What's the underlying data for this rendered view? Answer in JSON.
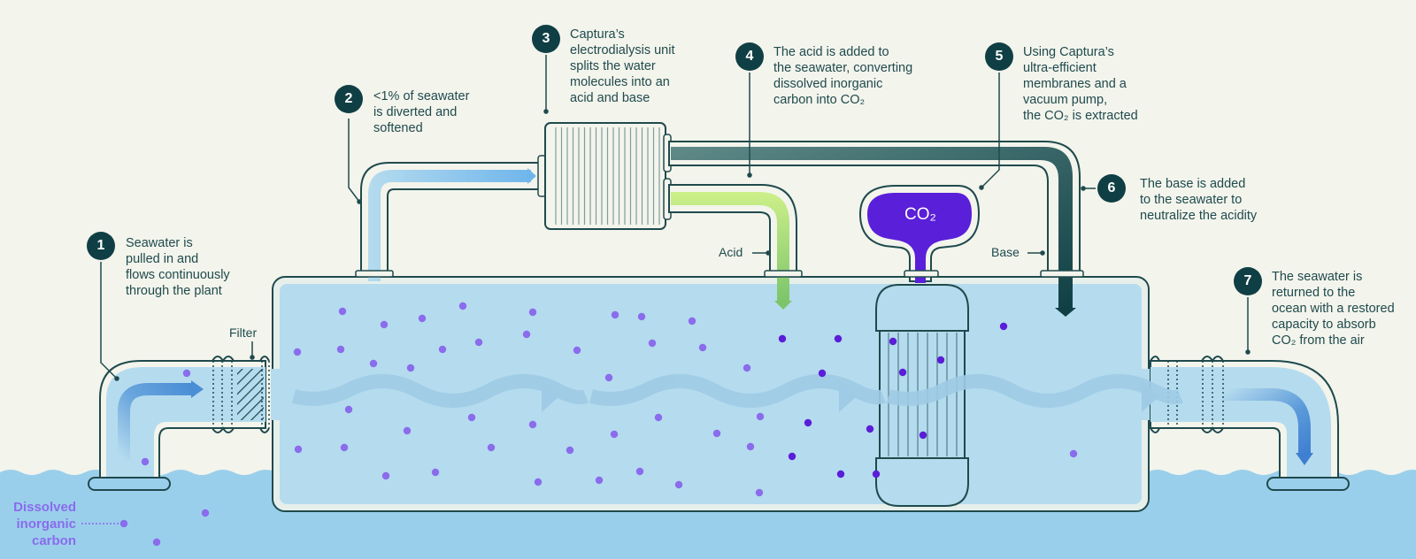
{
  "title": "Captura seawater direct ocean capture process",
  "colors": {
    "background": "#f3f4ec",
    "ocean": "#9acfec",
    "tank_water": "#b5dbee",
    "outline": "#1f4a4d",
    "badge": "#0f3f44",
    "dic_dot": "#8a6cec",
    "co2_dot": "#5b1ed8",
    "co2_fill": "#5a1fd9",
    "acid": "#cdf08a",
    "base": "#0f3f44",
    "flow_arrow": "#4a8ed6"
  },
  "steps": [
    {
      "number": "1",
      "lines": [
        "Seawater is",
        "pulled in and",
        "flows continuously",
        "through the plant"
      ]
    },
    {
      "number": "2",
      "lines": [
        "<1% of seawater",
        "is diverted and",
        "softened"
      ]
    },
    {
      "number": "3",
      "lines": [
        "Captura’s",
        "electrodialysis unit",
        "splits the water",
        "molecules into an",
        "acid and base"
      ]
    },
    {
      "number": "4",
      "lines": [
        "The acid is added to",
        "the seawater, converting",
        "dissolved inorganic",
        "carbon into CO₂"
      ]
    },
    {
      "number": "5",
      "lines": [
        "Using Captura’s",
        "ultra-efficient",
        "membranes and a",
        "vacuum pump,",
        "the CO₂ is extracted"
      ]
    },
    {
      "number": "6",
      "lines": [
        "The base is added",
        "to the seawater to",
        "neutralize the acidity"
      ]
    },
    {
      "number": "7",
      "lines": [
        "The seawater is",
        "returned to the",
        "ocean with a restored",
        "capacity to absorb",
        "CO₂ from the air"
      ]
    }
  ],
  "labels": {
    "filter": "Filter",
    "acid": "Acid",
    "base": "Base",
    "co2_tank": "CO₂",
    "dic": [
      "Dissolved",
      "inorganic",
      "carbon"
    ]
  },
  "icons": {
    "flow": "wavy-arrow",
    "particle": "dot"
  }
}
